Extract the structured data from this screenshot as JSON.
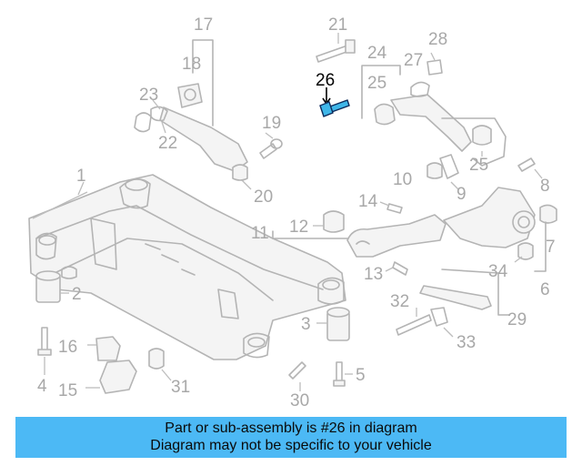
{
  "diagram": {
    "highlighted_part": "26",
    "callouts": [
      "1",
      "2",
      "3",
      "4",
      "5",
      "6",
      "7",
      "8",
      "9",
      "10",
      "11",
      "12",
      "13",
      "14",
      "15",
      "16",
      "17",
      "18",
      "19",
      "20",
      "21",
      "22",
      "23",
      "24",
      "25",
      "26",
      "27",
      "28",
      "29",
      "30",
      "31",
      "32",
      "33",
      "34",
      "25"
    ]
  },
  "banner": {
    "line1": "Part or sub-assembly is #26 in diagram",
    "line2": "Diagram may not be specific to your vehicle"
  },
  "colors": {
    "banner_background": "#4cb9f5",
    "highlight_part": "#3fb6e8",
    "line_art": "#b4b4b4"
  }
}
